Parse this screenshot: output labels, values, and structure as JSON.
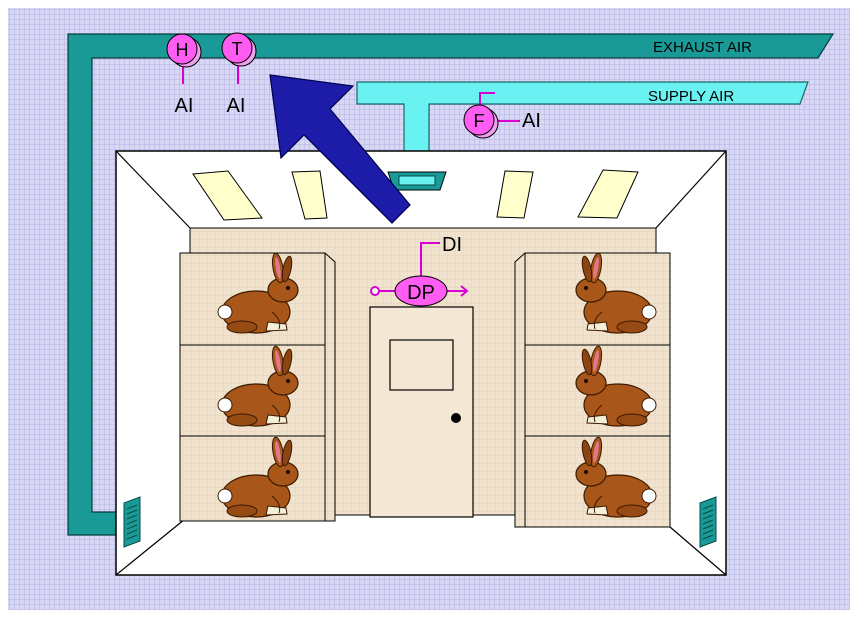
{
  "ducts": {
    "exhaust_label": "EXHAUST AIR",
    "supply_label": "SUPPLY AIR"
  },
  "sensors": {
    "humidity": {
      "symbol": "H",
      "signal": "AI"
    },
    "temperature": {
      "symbol": "T",
      "signal": "AI"
    },
    "flow": {
      "symbol": "F",
      "signal": "AI"
    },
    "differential_pressure": {
      "symbol": "DP",
      "signal": "DI"
    }
  },
  "colors": {
    "grid_background": "#d8d8f4",
    "grid_line": "#a8a8e6",
    "exhaust_duct": "#1a9a96",
    "supply_duct": "#6af2f2",
    "sensor_fill": "#ff5cf2",
    "sensor_line": "#d800d0",
    "arrow": "#1c1ca8",
    "back_wall": "#f0e2cc",
    "rabbit": "#a8561a"
  },
  "icons": [
    "rabbit-icon",
    "vent-grille-icon",
    "ceiling-light-icon",
    "door-knob-icon",
    "airflow-arrow-icon"
  ]
}
